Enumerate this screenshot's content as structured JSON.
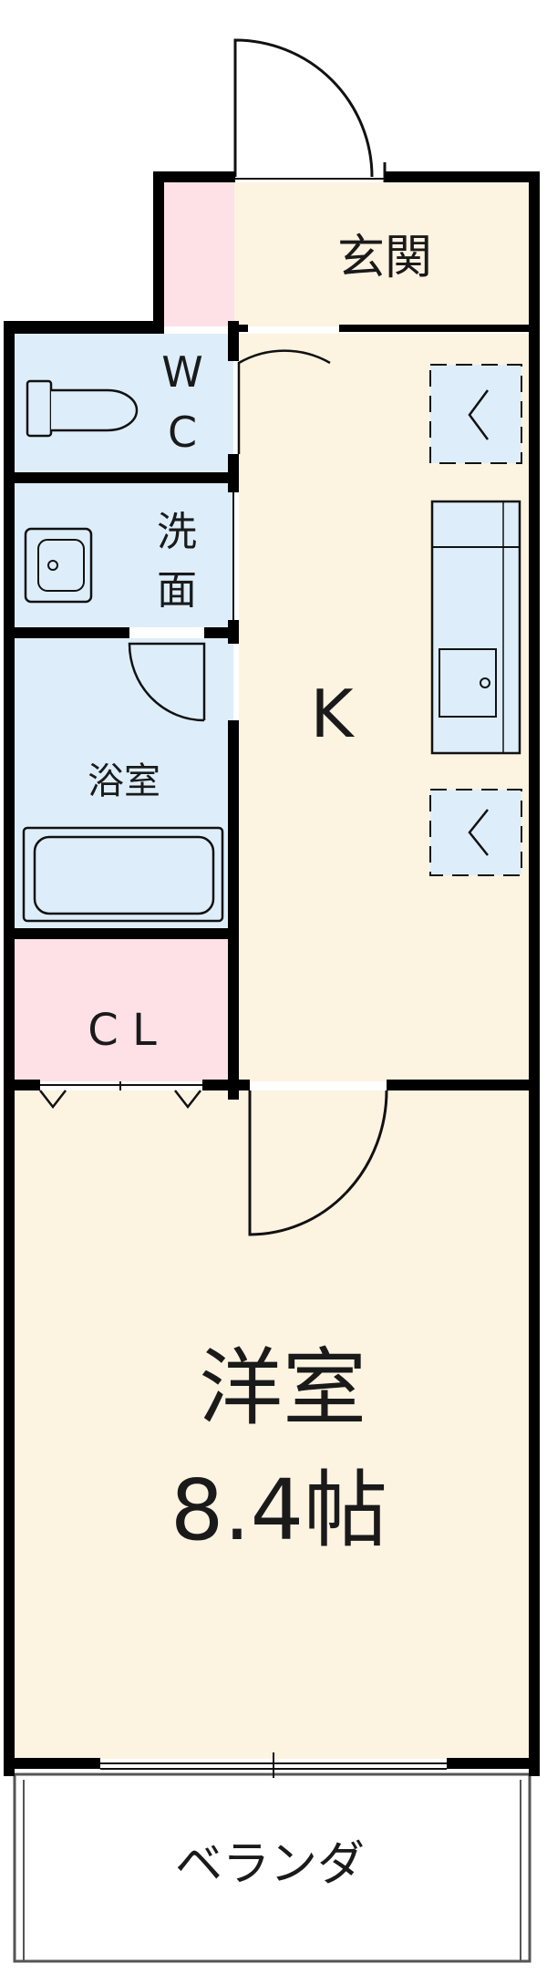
{
  "rooms": {
    "entrance": "玄関",
    "wc_top": "W",
    "wc_bottom": "C",
    "washroom_top": "洗",
    "washroom_bottom": "面",
    "bathroom": "浴室",
    "closet": "C L",
    "kitchen": "K",
    "western_room": "洋室",
    "western_room_size": "8.4帖",
    "balcony": "ベランダ"
  },
  "colors": {
    "floor_cream": "#fdf3e1",
    "wet_area_blue": "#ddeefa",
    "closet_pink": "#fde1e6",
    "wall": "#000000"
  }
}
